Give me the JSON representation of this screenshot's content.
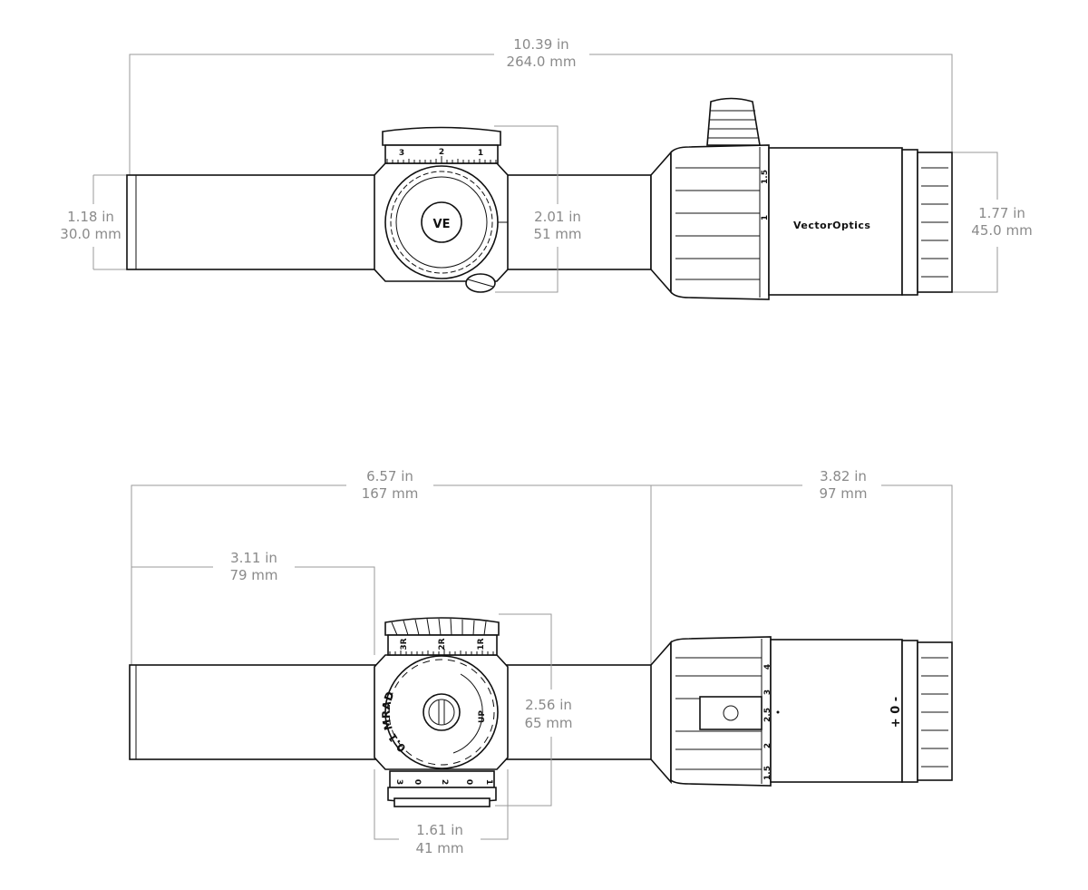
{
  "top_view": {
    "brand": "VectorOptics",
    "logo": "VE",
    "elevation_scale": [
      "3",
      "2",
      "1"
    ],
    "power_marks": [
      "1.5",
      "1"
    ],
    "dims": {
      "overall_length": {
        "in": "10.39 in",
        "mm": "264.0 mm"
      },
      "tube_diameter": {
        "in": "1.18 in",
        "mm": "30.0 mm"
      },
      "turret_height": {
        "in": "2.01 in",
        "mm": "51 mm"
      },
      "eyepiece_diameter": {
        "in": "1.77 in",
        "mm": "45.0 mm"
      }
    }
  },
  "side_view": {
    "turret_text": "1 CLICK = 0.1 MRAD",
    "up_label": "UP",
    "top_scale": [
      "3R",
      "2R",
      "1R"
    ],
    "bottom_scale": [
      "3",
      "0",
      "2",
      "0",
      "1"
    ],
    "power_marks": [
      "4",
      "3",
      "2.5",
      "2",
      "1.5"
    ],
    "diopter": "+ 0 -",
    "dims": {
      "front_to_power": {
        "in": "6.57 in",
        "mm": "167 mm"
      },
      "power_to_rear": {
        "in": "3.82 in",
        "mm": "97 mm"
      },
      "front_to_turret": {
        "in": "3.11 in",
        "mm": "79 mm"
      },
      "turret_span": {
        "in": "2.56 in",
        "mm": "65 mm"
      },
      "turret_width": {
        "in": "1.61 in",
        "mm": "41 mm"
      }
    }
  }
}
